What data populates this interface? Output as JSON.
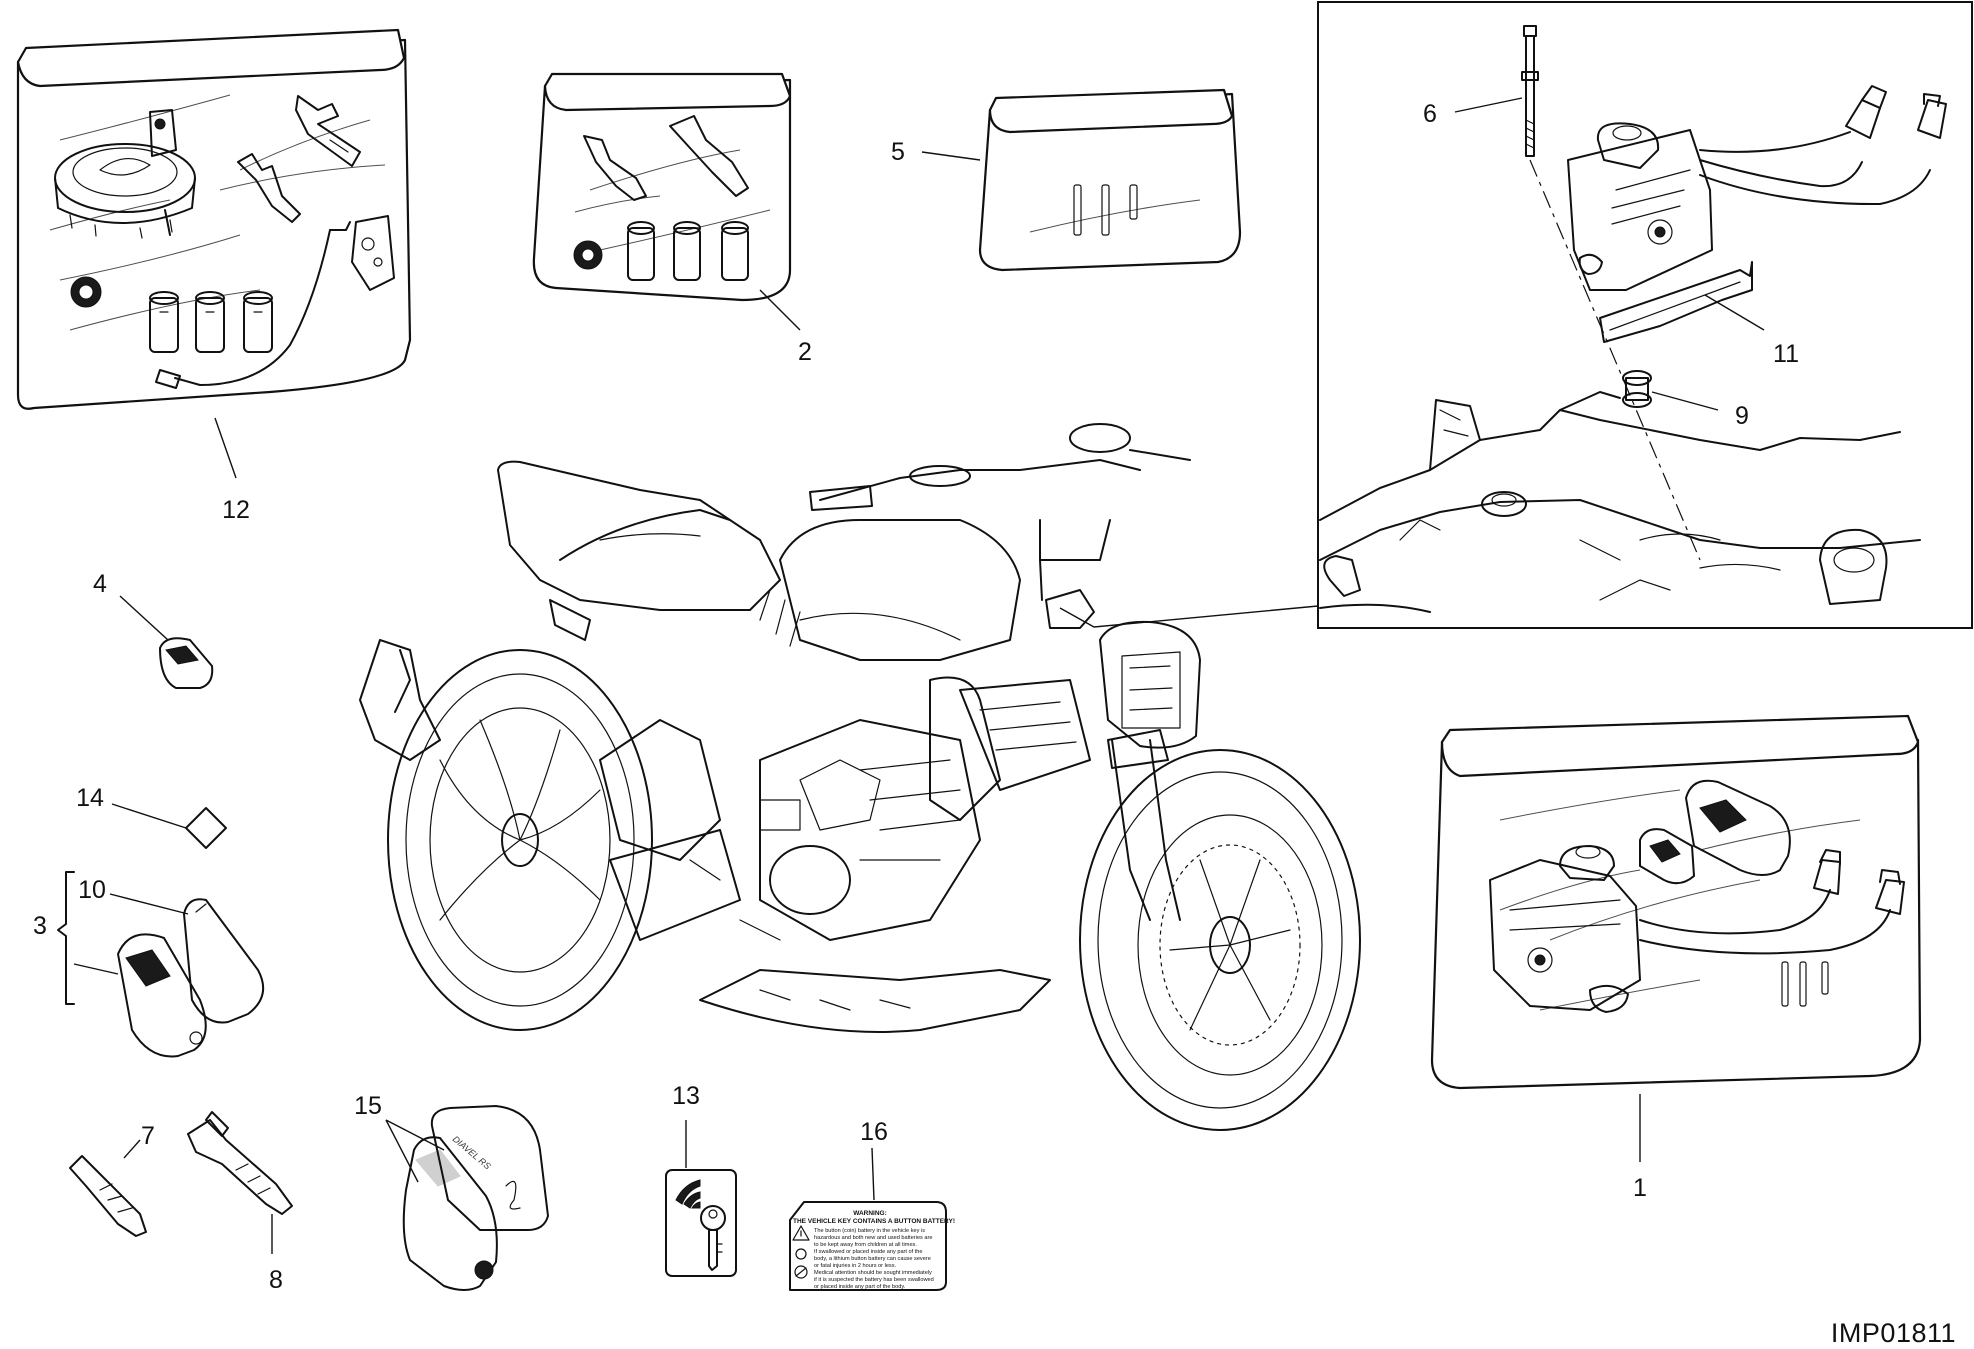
{
  "drawing_code": "IMP01811",
  "callouts": {
    "c1": "1",
    "c2": "2",
    "c3": "3",
    "c4": "4",
    "c5": "5",
    "c6": "6",
    "c7": "7",
    "c8": "8",
    "c9": "9",
    "c10": "10",
    "c11": "11",
    "c12": "12",
    "c13": "13",
    "c14": "14",
    "c15": "15",
    "c16": "16"
  },
  "warning_label": {
    "title_line1": "WARNING:",
    "title_line2": "THE VEHICLE KEY CONTAINS A BUTTON BATTERY!",
    "lines": [
      "The button (coin) battery in the vehicle key is",
      "hazardous and both new and used batteries are",
      "to be kept away from children at all times.",
      "If swallowed or placed inside any part of the",
      "body, a lithium button battery can cause severe",
      "or fatal injuries in 2 hours or less.",
      "Medical attention should be sought immediately",
      "if it is suspected the battery has been swallowed",
      "or placed inside any part of the body."
    ]
  },
  "key_cover_logo": "DIAVEL RS",
  "icons": {
    "key_card": "key-transponder-card-icon",
    "rfid_waves": "rfid-signal-icon"
  }
}
